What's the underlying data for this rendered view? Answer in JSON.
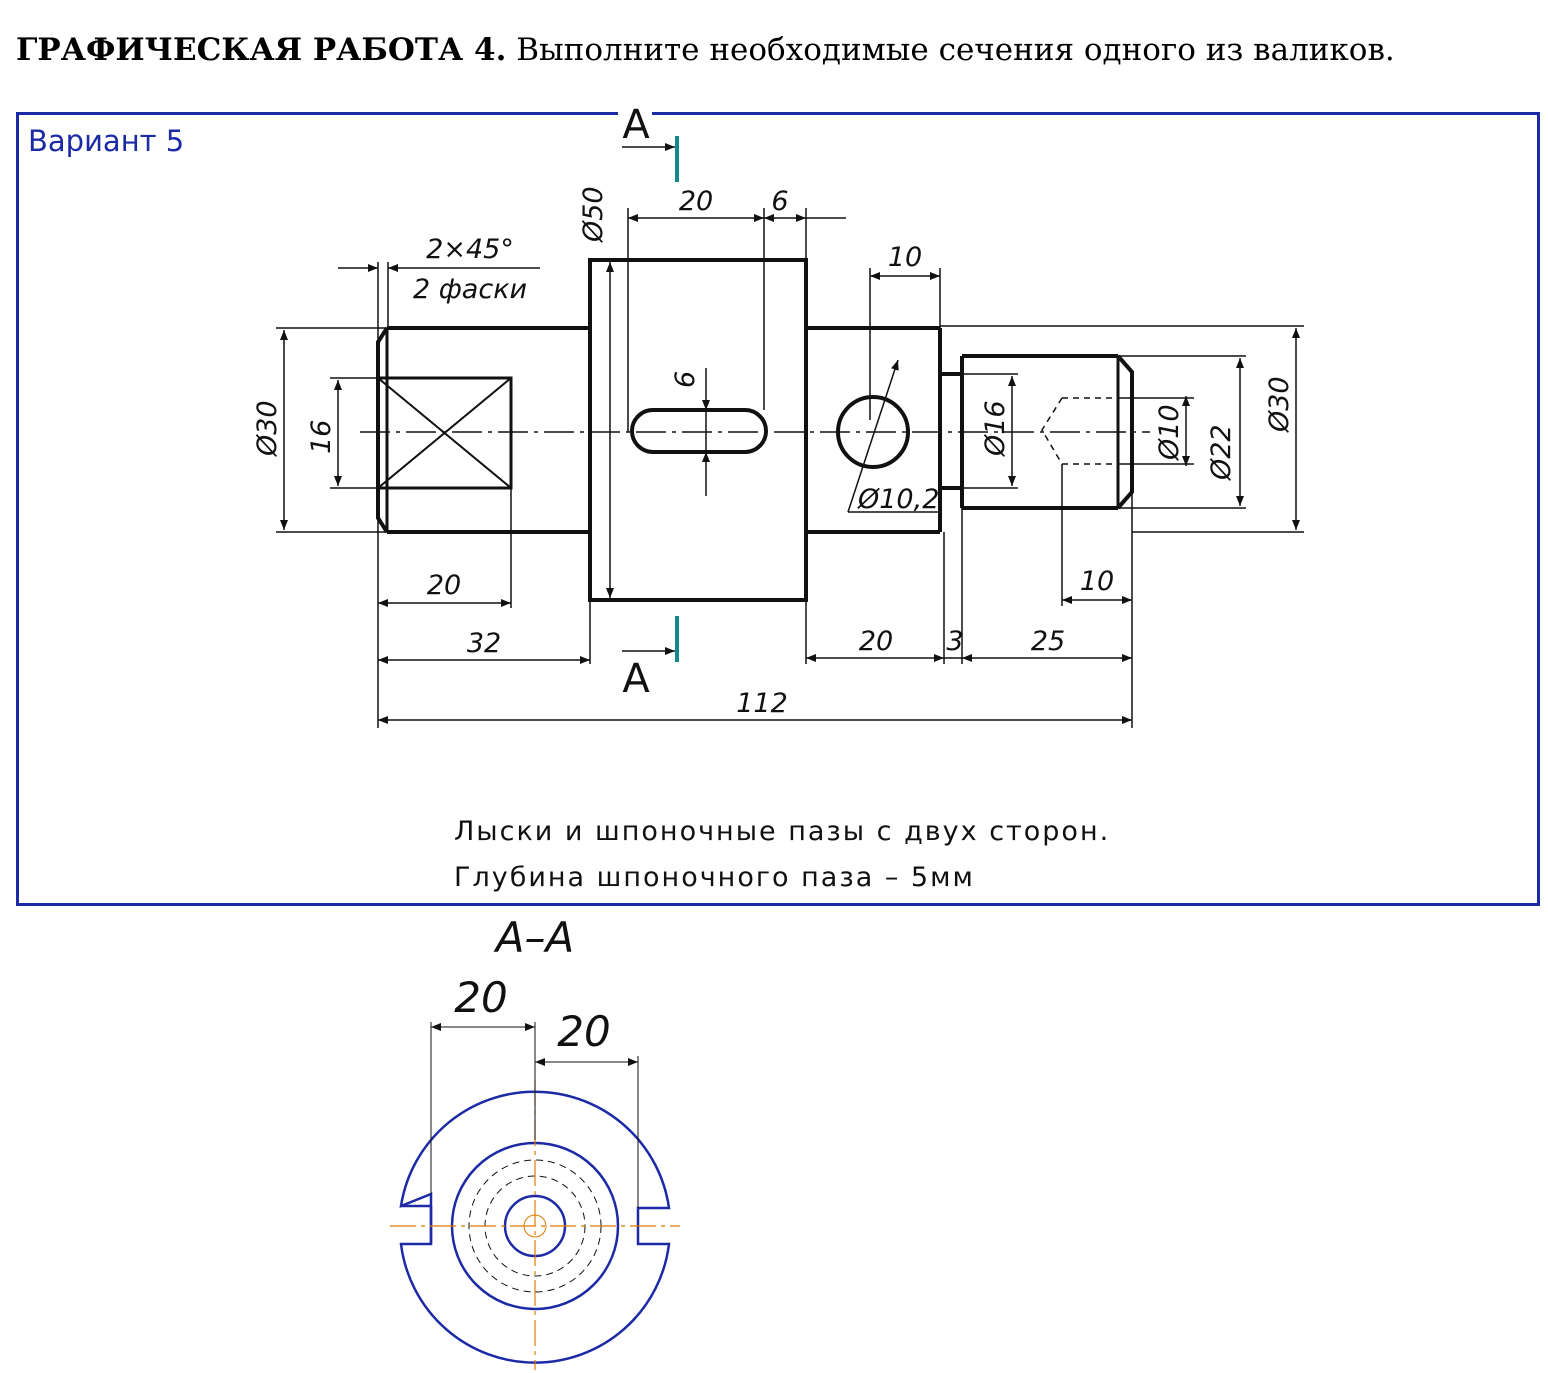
{
  "task": {
    "title_bold": "ГРАФИЧЕСКАЯ РАБОТА 4.",
    "title_rest": " Выполните необходимые сечения одного из валиков."
  },
  "variant_label": "Вариант 5",
  "drawing": {
    "section_letter_top": "A",
    "section_letter_bottom": "A",
    "dims": {
      "d50": "Ø50",
      "l20_top": "20",
      "l6_top": "6",
      "chamfer_1": "2×45°",
      "chamfer_2": "2 фаски",
      "l10_top": "10",
      "d30_left": "Ø30",
      "h16": "16",
      "w6": "6",
      "d16": "Ø16",
      "d10": "Ø10",
      "d22": "Ø22",
      "d30_right": "Ø30",
      "d10_2": "Ø10,2",
      "l20_bottom": "20",
      "l10_bottom": "10",
      "l32": "32",
      "l20_mid": "20",
      "l3": "3",
      "l25": "25",
      "l112": "112"
    },
    "notes": [
      "Лыски и шпоночные пазы с двух сторон.",
      "Глубина шпоночного паза – 5мм"
    ]
  },
  "section": {
    "label": "A–A",
    "dim_left": "20",
    "dim_right": "20"
  },
  "colors": {
    "frame": "#1c2aa6",
    "section_lines": "#1c2aa6",
    "axis": "#e07b00",
    "cut_mark": "#138a8a"
  }
}
